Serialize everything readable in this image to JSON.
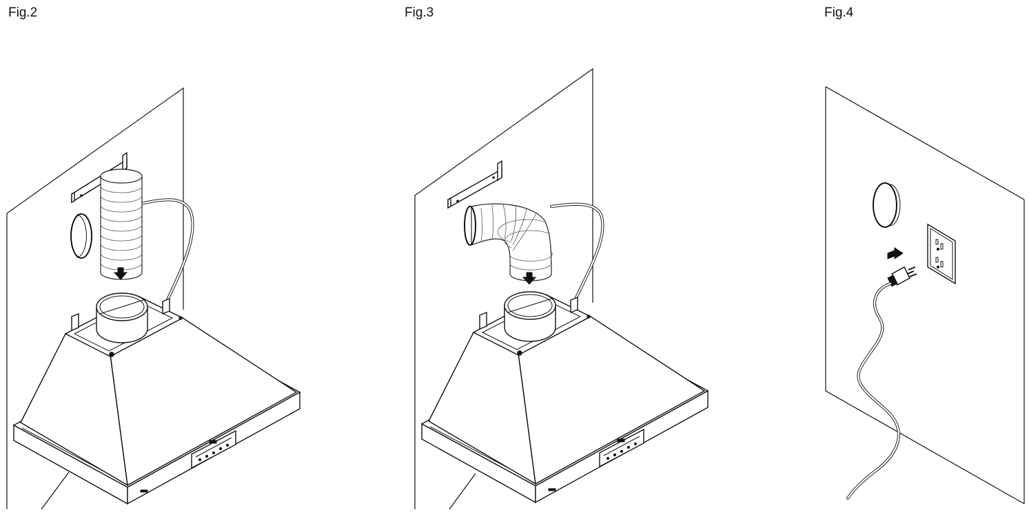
{
  "figures": [
    {
      "label": "Fig.2",
      "icon": "range-hood-with-straight-duct-icon"
    },
    {
      "label": "Fig.3",
      "icon": "range-hood-with-elbow-duct-icon"
    },
    {
      "label": "Fig.4",
      "icon": "power-plug-into-outlet-icon"
    }
  ]
}
